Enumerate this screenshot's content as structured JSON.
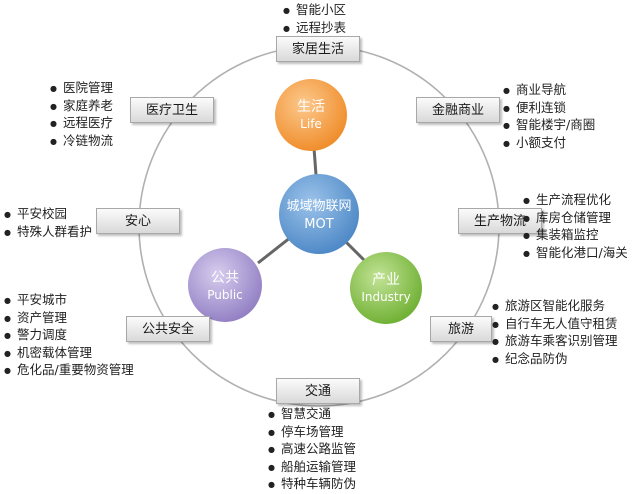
{
  "center": {
    "line1": "城域物联网",
    "line2": "MOT",
    "color": "#4a86c5"
  },
  "hubs": {
    "life": {
      "line1": "生活",
      "line2": "Life",
      "color": "#f39a3c"
    },
    "industry": {
      "line1": "产业",
      "line2": "Industry",
      "color": "#7fbf3f"
    },
    "public": {
      "line1": "公共",
      "line2": "Public",
      "color": "#9b88c8"
    }
  },
  "categories": {
    "home": "家居生活",
    "finance": "金融商业",
    "logistics": "生产物流",
    "tourism": "旅游",
    "transport": "交通",
    "publicsafety": "公共安全",
    "safe": "安心",
    "medical": "医疗卫生"
  },
  "lists": {
    "home": [
      "智能小区",
      "远程抄表"
    ],
    "finance": [
      "商业导航",
      "便利连锁",
      "智能楼宇/商圈",
      "小额支付"
    ],
    "logistics": [
      "生产流程优化",
      "库房仓储管理",
      "集装箱监控",
      "智能化港口/海关"
    ],
    "tourism": [
      "旅游区智能化服务",
      "自行车无人值守租赁",
      "旅游车乘客识别管理",
      "纪念品防伪"
    ],
    "transport": [
      "智慧交通",
      "停车场管理",
      "高速公路监管",
      "船舶运输管理",
      "特种车辆防伪"
    ],
    "publicsafety": [
      "平安城市",
      "资产管理",
      "警力调度",
      "机密载体管理",
      "危化品/重要物资管理"
    ],
    "safe": [
      "平安校园",
      "特殊人群看护"
    ],
    "medical": [
      "医院管理",
      "家庭养老",
      "远程医疗",
      "冷链物流"
    ]
  }
}
